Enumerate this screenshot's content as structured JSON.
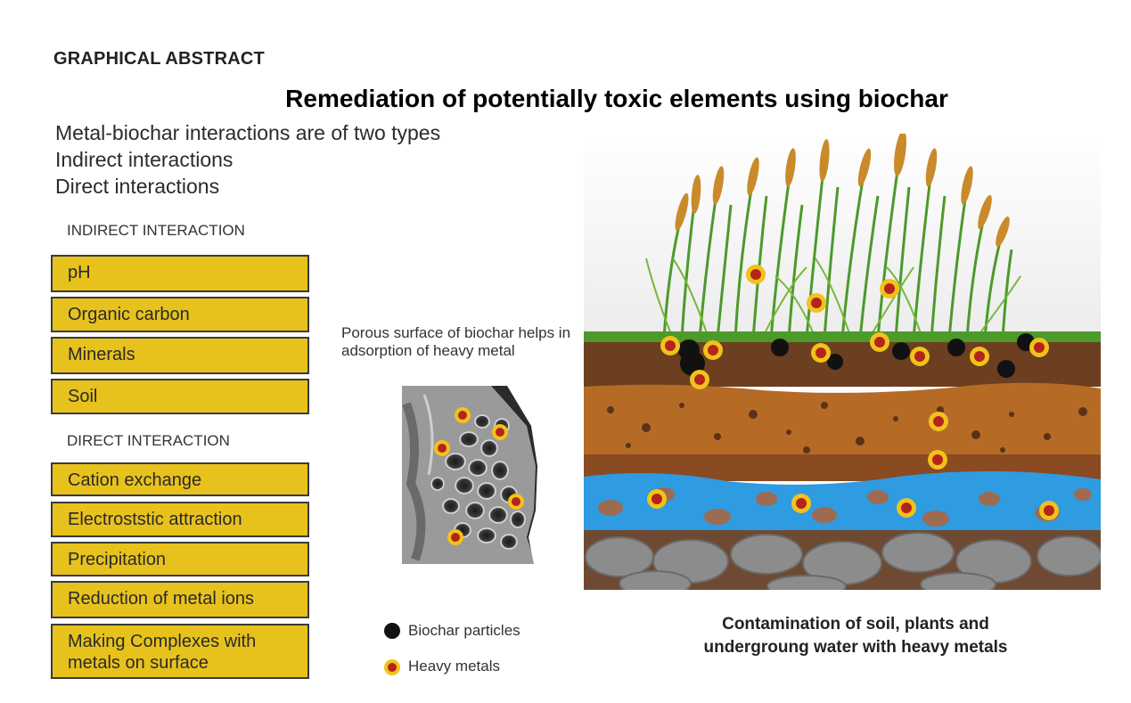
{
  "header": {
    "section_label": "GRAPHICAL ABSTRACT",
    "title": "Remediation of potentially toxic elements using biochar"
  },
  "intro": {
    "line1": "Metal-biochar interactions are of two types",
    "line2": "Indirect interactions",
    "line3": "Direct interactions"
  },
  "indirect": {
    "heading": "INDIRECT INTERACTION",
    "items": [
      "pH",
      "Organic carbon",
      "Minerals",
      "Soil"
    ]
  },
  "direct": {
    "heading": "DIRECT INTERACTION",
    "items": [
      "Cation exchange",
      "Electroststic attraction",
      "Precipitation",
      "Reduction of metal ions",
      "Making Complexes with metals on surface"
    ]
  },
  "sem": {
    "caption": "Porous surface of biochar helps in adsorption of heavy metal"
  },
  "legend": {
    "biochar_label": "Biochar particles",
    "metal_label": "Heavy metals"
  },
  "scene": {
    "caption_line1": "Contamination of soil, plants and",
    "caption_line2": "undergroung water with heavy metals"
  },
  "colors": {
    "box_fill": "#e8c21c",
    "metal_outer": "#f2c21a",
    "metal_inner": "#b3241c",
    "water": "#2f9be0",
    "topsoil": "#6b3f1f",
    "subsoil": "#b56b25",
    "rock": "#8a8a8a",
    "grass": "#4c9a2a"
  }
}
